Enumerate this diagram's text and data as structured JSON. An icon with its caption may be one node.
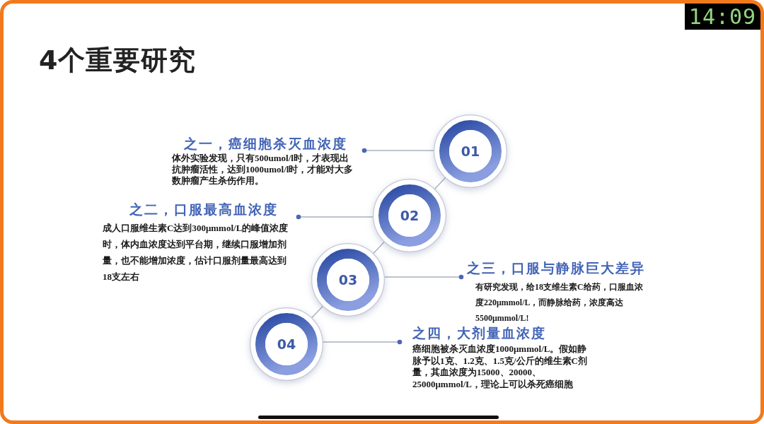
{
  "diagram": {
    "title": "4个重要研究",
    "nodes": [
      {
        "text": [
          "之一，癌细胞杀灭血浓度",
          "体外实验发现，只有500umol/l时，才表现出抗肿瘤活性，达到1000umol/l时，才能对大多数肿瘤产生杀伤作用。"
        ]
      },
      {
        "text": [
          "01"
        ]
      },
      {
        "text": [
          "之二，口服最高血浓度",
          "成人口服维生素C达到300μmmol/L的峰值浓度时，体内血浓度达到平台期，继续口服增加剂量，也不能增加浓度，估计口服剂量最高达到18支左右"
        ]
      },
      {
        "text": [
          "02"
        ]
      },
      {
        "text": [
          "03"
        ]
      },
      {
        "text": [
          "之三，口服与静脉巨大差异",
          "有研究发现，给18支维生素C给药，口服血浓度220μmmol/L，而静脉给药，浓度高达5500μmmol/L!"
        ]
      },
      {
        "text": [
          "04"
        ]
      },
      {
        "text": [
          "之四，大剂量血浓度",
          "癌细胞被杀灭血浓度1000μmmol/L。假如静脉予以1克、1.2克、1.5克/公斤的维生素C剂量，其血浓度为15000、20000、25000μmmol/L，理论上可以杀死癌细胞"
        ]
      }
    ],
    "edges": [
      {
        "from": 0,
        "to": 1,
        "arrow": "other"
      },
      {
        "from": 2,
        "to": 3,
        "arrow": "other"
      },
      {
        "from": 5,
        "to": 4,
        "arrow": "other"
      },
      {
        "from": 7,
        "to": 6,
        "arrow": "other"
      },
      {
        "from": 1,
        "to": 3,
        "arrow": "none"
      },
      {
        "from": 3,
        "to": 4,
        "arrow": "none"
      },
      {
        "from": 4,
        "to": 6,
        "arrow": "none"
      }
    ],
    "labels": [
      "14:09"
    ]
  }
}
